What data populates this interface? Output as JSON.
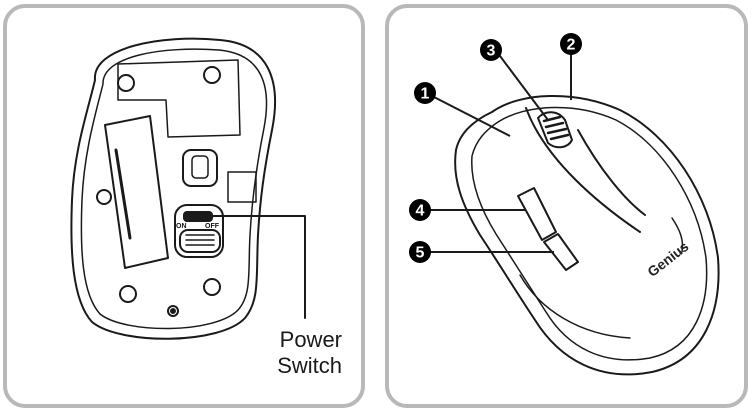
{
  "left_panel": {
    "switch_on": "ON",
    "switch_off": "OFF",
    "callout_line1": "Power",
    "callout_line2": "Switch"
  },
  "right_panel": {
    "brand": "Genius",
    "callouts": [
      {
        "number": "1"
      },
      {
        "number": "2"
      },
      {
        "number": "3"
      },
      {
        "number": "4"
      },
      {
        "number": "5"
      }
    ]
  },
  "colors": {
    "panel_border": "#b8b8b8",
    "line": "#1a1a1a",
    "callout_fill": "#000000"
  }
}
